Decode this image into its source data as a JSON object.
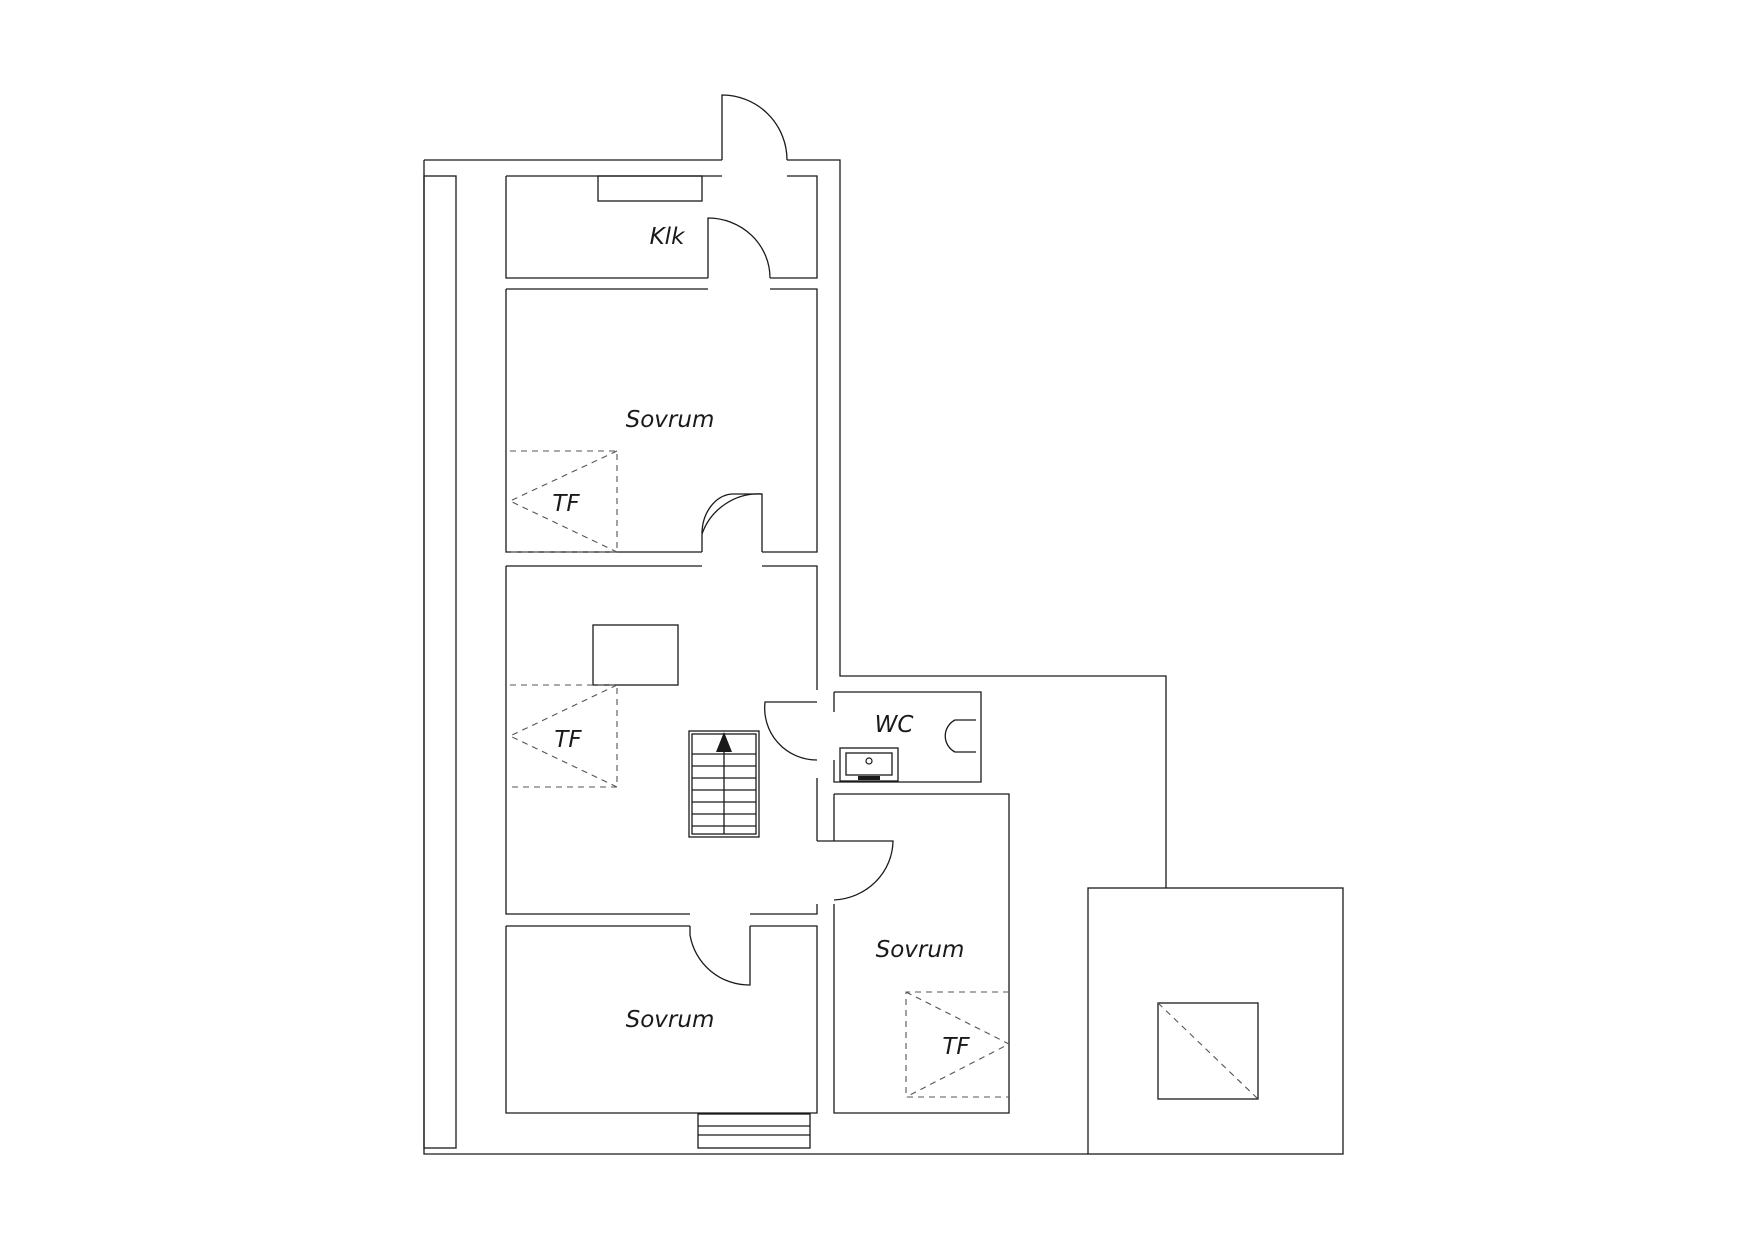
{
  "rooms": {
    "klk": "Klk",
    "sovrum_top": "Sovrum",
    "wc": "WC",
    "sovrum_right": "Sovrum",
    "sovrum_bottom": "Sovrum"
  },
  "marks": {
    "tf_top": "TF",
    "tf_hall": "TF",
    "tf_right": "TF"
  }
}
